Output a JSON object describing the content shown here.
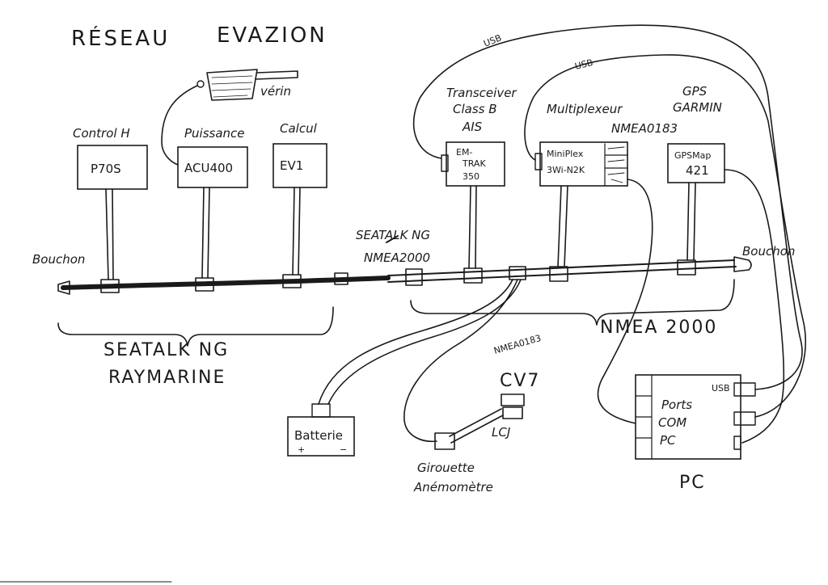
{
  "title": {
    "word1": "RÉSEAU",
    "word2": "EVAZION"
  },
  "devices": {
    "p70s": {
      "caption": "Control H",
      "name": "P70S"
    },
    "acu400": {
      "caption": "Puissance",
      "name": "ACU400"
    },
    "ev1": {
      "caption": "Calcul",
      "name": "EV1"
    },
    "verin": {
      "caption": "vérin"
    },
    "transceiver": {
      "caption_line1": "Transceiver",
      "caption_line2": "Class B",
      "caption_line3": "AIS",
      "name_line1": "EM-",
      "name_line2": "TRAK",
      "name_line3": "350"
    },
    "multiplexer": {
      "caption_line1": "Multiplexeur",
      "caption_line2": "NMEA0183",
      "name_line1": "MiniPlex",
      "name_line2": "3Wi-N2K"
    },
    "gps": {
      "caption_line1": "GPS",
      "caption_line2": "GARMIN",
      "name_line1": "GPSMap",
      "name_line2": "421"
    },
    "battery": {
      "name": "Batterie",
      "plus": "+",
      "minus": "−"
    },
    "cv7": {
      "name": "CV7"
    },
    "lcj": {
      "name": "LCJ"
    },
    "wind": {
      "caption_line1": "Girouette",
      "caption_line2": "Anémomètre"
    },
    "pc": {
      "name_line1": "Ports",
      "name_line2": "COM",
      "name_line3": "PC",
      "usb": "USB",
      "caption": "PC"
    }
  },
  "bus": {
    "terminator_left": "Bouchon",
    "terminator_right": "Bouchon",
    "middle_label_line1": "SEATALK NG",
    "middle_label_line2": "NMEA2000",
    "left_group_line1": "SEATALK NG",
    "left_group_line2": "RAYMARINE",
    "right_group": "NMEA 2000"
  },
  "links": {
    "usb1": "USB",
    "usb2": "USB",
    "nmea0183": "NMEA0183"
  }
}
